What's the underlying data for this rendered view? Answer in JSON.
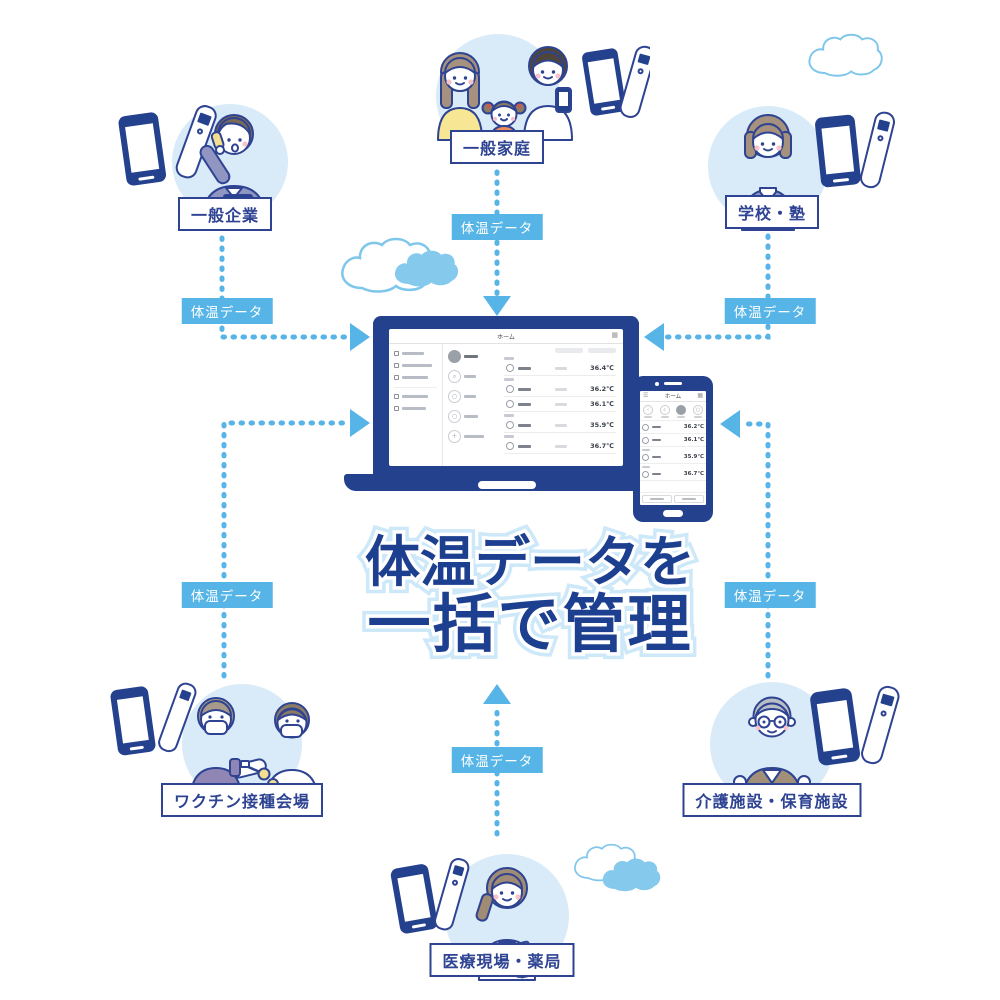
{
  "headline": {
    "line1": "体温データを",
    "line2": "一括で管理"
  },
  "connector_label": "体温データ",
  "nodes": {
    "household": {
      "label": "一般家庭"
    },
    "company": {
      "label": "一般企業"
    },
    "school": {
      "label": "学校・塾"
    },
    "vaccine_site": {
      "label": "ワクチン接種会場"
    },
    "care_facility": {
      "label": "介護施設・保育施設"
    },
    "medical": {
      "label": "医療現場・薬局"
    }
  },
  "laptop_app": {
    "title": "ホーム",
    "rows": [
      {
        "temp": "36.4℃"
      },
      {
        "temp": "36.2℃"
      },
      {
        "temp": "36.1℃"
      },
      {
        "temp": "35.9℃"
      },
      {
        "temp": "36.7℃"
      }
    ]
  },
  "phone_app": {
    "title": "ホーム",
    "rows": [
      {
        "temp": "36.2℃"
      },
      {
        "temp": "36.1℃"
      },
      {
        "temp": "35.9℃"
      },
      {
        "temp": "36.7℃"
      }
    ]
  },
  "icons": {
    "apps_grid": "▦",
    "menu": "☰",
    "search": "⌕",
    "add": "＋"
  },
  "colors": {
    "navy": "#24418e",
    "outline": "#2e4392",
    "accent_blue": "#56b5e6",
    "pale_circle": "#d9ebf8",
    "cloud_blue": "#85c9ed",
    "headline": "#1d3f90"
  }
}
